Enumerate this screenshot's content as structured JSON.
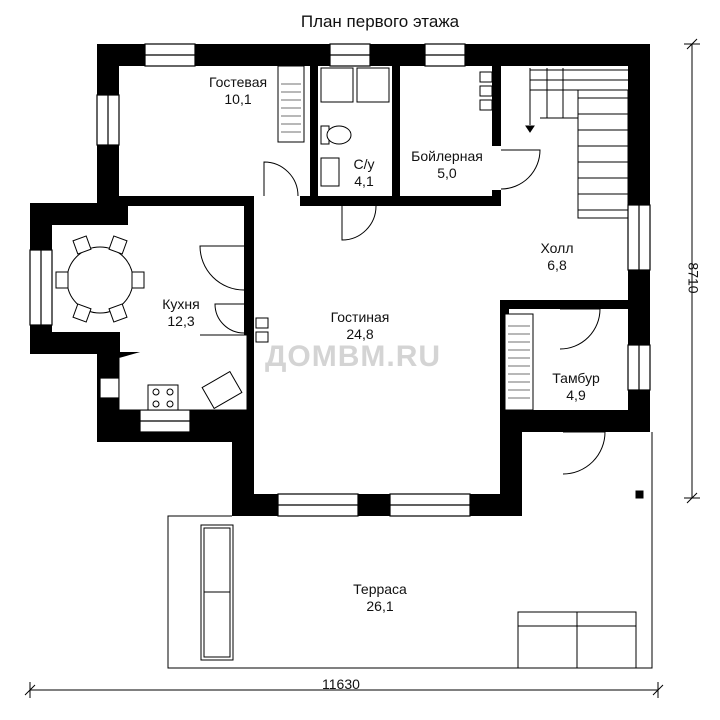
{
  "title": "План первого этажа",
  "watermark": "ДОМВМ.RU",
  "rooms": [
    {
      "name": "Гостевая",
      "area": "10,1"
    },
    {
      "name": "С/у",
      "area": "4,1"
    },
    {
      "name": "Бойлерная",
      "area": "5,0"
    },
    {
      "name": "Холл",
      "area": "6,8"
    },
    {
      "name": "Кухня",
      "area": "12,3"
    },
    {
      "name": "Гостиная",
      "area": "24,8"
    },
    {
      "name": "Тамбур",
      "area": "4,9"
    },
    {
      "name": "Терраса",
      "area": "26,1"
    }
  ],
  "dimensions": {
    "width": "11630",
    "height": "8710"
  }
}
